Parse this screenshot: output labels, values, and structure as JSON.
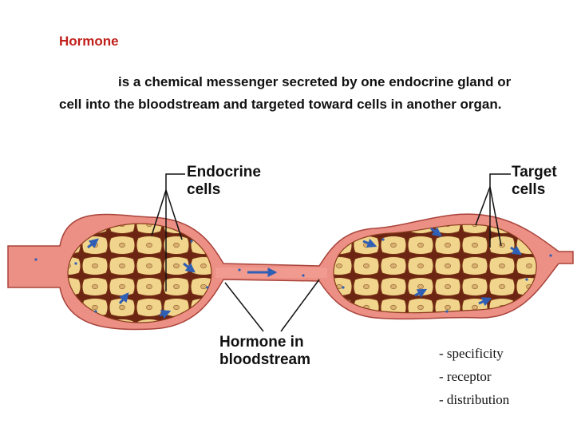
{
  "heading": "Hormone",
  "definition": "is a chemical messenger secreted by one endocrine gland or cell into the bloodstream and targeted toward cells in another organ.",
  "labels": {
    "endocrine_line1": "Endocrine",
    "endocrine_line2": "cells",
    "target_line1": "Target",
    "target_line2": "cells",
    "hormone_line1": "Hormone in",
    "hormone_line2": "bloodstream"
  },
  "notes": [
    "- specificity",
    "- receptor",
    "- distribution"
  ],
  "colors": {
    "heading": "#c0201b",
    "vessel": "#ec8f85",
    "cell": "#f1d58c",
    "cell_gap": "#6b2512",
    "hormone_arrow": "#2f5fb5"
  }
}
